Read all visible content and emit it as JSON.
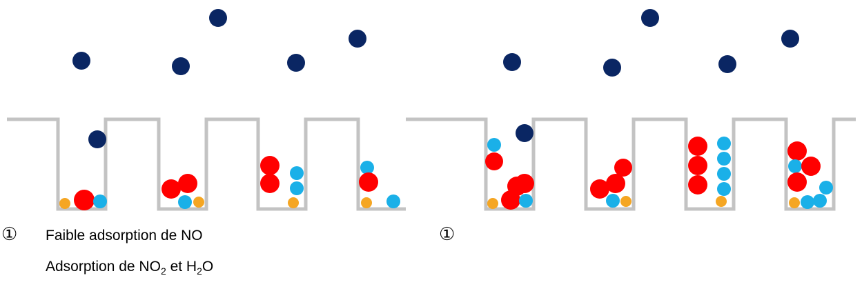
{
  "colors": {
    "wall": "#c3c3c3",
    "no2": "#ff0000",
    "h2o": "#1ab0e8",
    "no_gas": "#0a2663",
    "site": "#f5a623"
  },
  "left_panel": {
    "marker": "①",
    "line1": "Faible adsorption de NO",
    "line2_parts": [
      "Adsorption de NO",
      "2",
      " et H",
      "2",
      "O"
    ]
  },
  "right_panel": {
    "marker": "①"
  }
}
